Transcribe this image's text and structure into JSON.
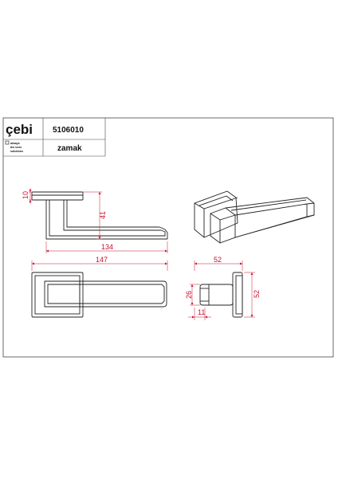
{
  "title_block": {
    "brand": "çebi",
    "tagline": [
      "always",
      "the best",
      "solutions"
    ],
    "product_code": "5106010",
    "material": "zamak"
  },
  "dimensions": {
    "rose_height": "10",
    "lever_height": "41",
    "lever_length": "134",
    "overall_length": "147",
    "rose_width": "52",
    "rose_height_side": "52",
    "neck_diameter": "26",
    "rose_thickness": "11"
  },
  "colors": {
    "line": "#222222",
    "dimension": "#c8102e",
    "frame": "#444444"
  }
}
